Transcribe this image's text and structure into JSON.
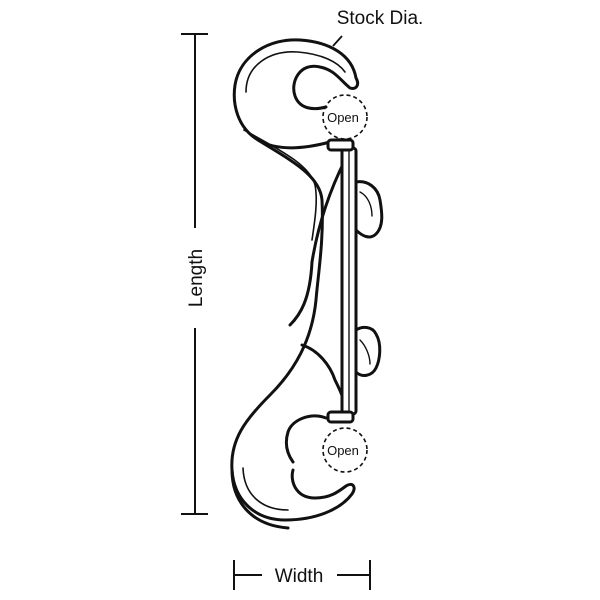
{
  "labels": {
    "stock_dia": "Stock Dia.",
    "length": "Length",
    "width": "Width",
    "open_top": "Open",
    "open_bottom": "Open"
  },
  "colors": {
    "line": "#111111",
    "background": "#ffffff"
  }
}
